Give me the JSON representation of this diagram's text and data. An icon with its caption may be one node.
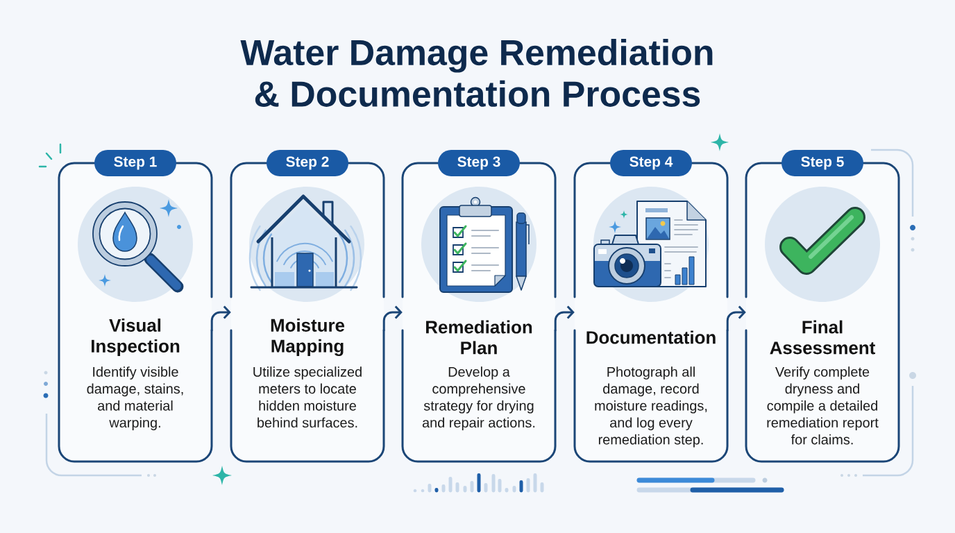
{
  "diagram": {
    "title": "Water Damage Remediation & Documentation Process",
    "nodes": [
      {
        "text": [
          "Step 1",
          "Visual Inspection",
          "Identify visible damage, stains, and material warping."
        ]
      },
      {
        "text": [
          "Step 2",
          "Moisture Mapping",
          "Utilize specialized meters to locate hidden moisture behind surfaces."
        ]
      },
      {
        "text": [
          "Step 3",
          "Remediation Plan",
          "Develop a comprehensive strategy for drying and repair actions."
        ]
      },
      {
        "text": [
          "Step 4",
          "Documentation",
          "Photograph all damage, record moisture readings, and log every remediation step."
        ]
      },
      {
        "text": [
          "Step 5",
          "Final Assessment",
          "Verify complete dryness and compile a detailed remediation report for claims."
        ]
      }
    ],
    "edges": [
      {
        "from": 0,
        "to": 1,
        "arrow": "to"
      },
      {
        "from": 1,
        "to": 2,
        "arrow": "to"
      },
      {
        "from": 2,
        "to": 3,
        "arrow": "to"
      },
      {
        "from": 3,
        "to": 4,
        "arrow": "to"
      }
    ]
  }
}
